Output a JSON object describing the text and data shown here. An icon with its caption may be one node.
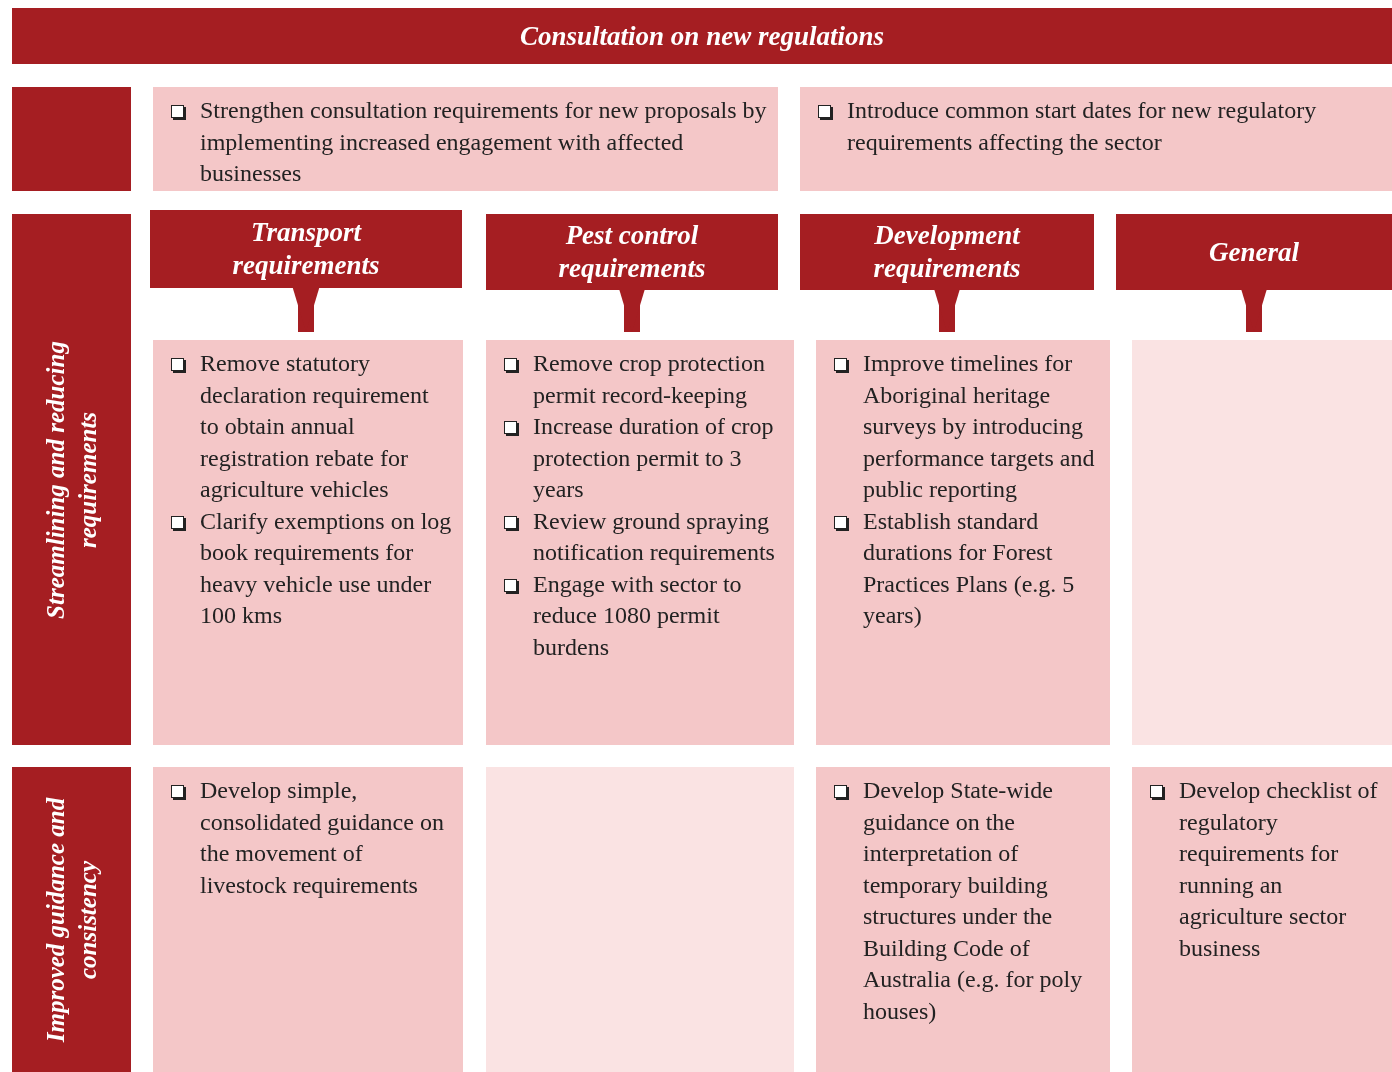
{
  "diagram": {
    "nodes": [
      {
        "text": [
          "Consultation on new regulations"
        ]
      },
      {
        "text": [],
        "shape": "box"
      },
      {
        "text": [
          "Strengthen consultation requirements for new proposals by implementing increased engagement with affected businesses"
        ]
      },
      {
        "text": [
          "Introduce common start dates for new regulatory requirements affecting the sector"
        ]
      },
      {
        "text": [
          "Streamlining and reducing requirements"
        ]
      },
      {
        "text": [
          "Transport requirements"
        ]
      },
      {
        "text": [
          "Pest control requirements"
        ]
      },
      {
        "text": [
          "Development requirements"
        ]
      },
      {
        "text": [
          "General"
        ]
      },
      {
        "text": [
          "Remove statutory declaration requirement to obtain annual registration rebate for agriculture vehicles",
          "Clarify exemptions on log book requirements for heavy vehicle use under 100 kms"
        ]
      },
      {
        "text": [
          "Remove crop protection permit record-keeping",
          "Increase duration of crop protection permit to 3 years",
          "Review ground spraying notification requirements",
          "Engage with sector to reduce 1080 permit burdens"
        ]
      },
      {
        "text": [
          "Improve timelines for Aboriginal heritage surveys by introducing performance targets and public reporting",
          "Establish standard durations for Forest Practices Plans (e.g. 5 years)"
        ]
      },
      {
        "text": [],
        "shape": "box"
      },
      {
        "text": [
          "Improved guidance and consistency"
        ]
      },
      {
        "text": [
          "Develop simple, consolidated guidance on the movement of livestock requirements"
        ]
      },
      {
        "text": [],
        "shape": "box"
      },
      {
        "text": [
          "Develop State-wide guidance on the interpretation of temporary building structures under the Building Code of Australia (e.g. for poly houses)"
        ]
      },
      {
        "text": [
          "Develop checklist of regulatory requirements for running an agriculture sector business"
        ]
      }
    ],
    "edges": [
      {
        "from": 5,
        "to": 9,
        "arrow": "to"
      },
      {
        "from": 6,
        "to": 10,
        "arrow": "to"
      },
      {
        "from": 7,
        "to": 11,
        "arrow": "to"
      },
      {
        "from": 8,
        "to": 12,
        "arrow": "to"
      }
    ]
  }
}
